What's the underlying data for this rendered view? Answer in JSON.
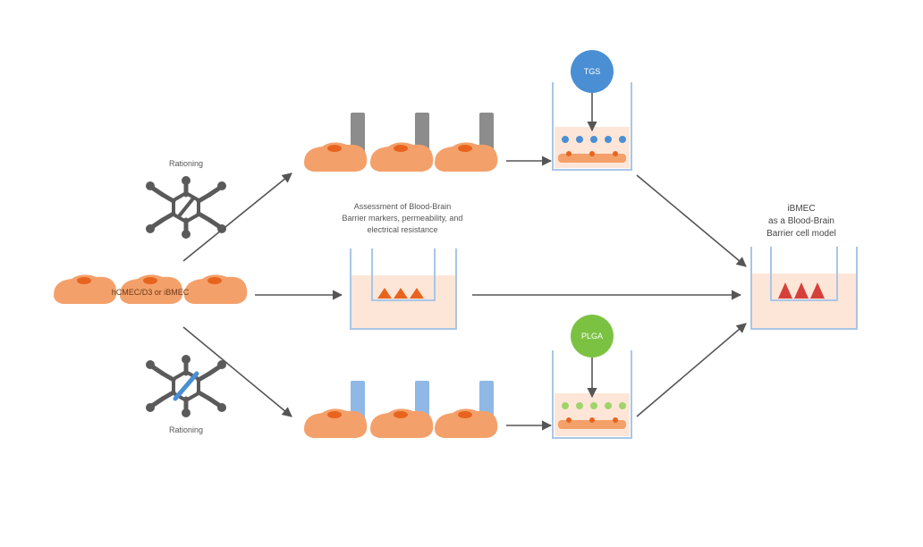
{
  "labels": {
    "top_molecule": "Rationing",
    "bottom_molecule": "Rationing",
    "start_cells": "hCMEC/D3 or iBMEC",
    "assessment_line1": "Assessment of Blood-Brain",
    "assessment_line2": "Barrier markers, permeability, and",
    "assessment_line3": "electrical resistance",
    "top_circle": "TGS",
    "bottom_circle": "PLGA",
    "result_line1": "iBMEC",
    "result_line2": "as a Blood-Brain",
    "result_line3": "Barrier cell model"
  },
  "colors": {
    "cell": "#f4a06a",
    "nucleus": "#e8641e",
    "well_fill": "#fde6d8",
    "well_border": "#a9c6e6",
    "top_circle": "#4a8fd4",
    "bottom_circle": "#7cc242",
    "top_tube": "#8c8c8c",
    "bottom_tube": "#8fb8e6",
    "endothelial_red": "#d6403a",
    "molecule": "#5a5a5a",
    "molecule_bond": "#4a8fd4"
  },
  "icons": {
    "top_molecule": "hexagonal-molecule-icon",
    "bottom_molecule": "hexagonal-molecule-icon",
    "top_circle": "circle-badge-icon",
    "bottom_circle": "circle-badge-icon"
  }
}
